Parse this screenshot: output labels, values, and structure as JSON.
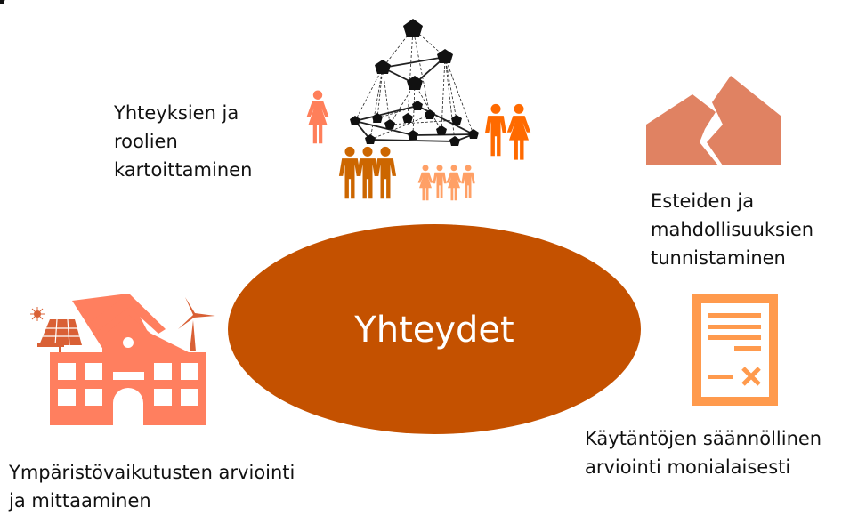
{
  "center": {
    "label": "Yhteydet",
    "color": "#C45100"
  },
  "topics": [
    {
      "lines": [
        "Yhteyksien ja",
        "roolien",
        "kartoittaminen"
      ],
      "icon": "network-people-icon"
    },
    {
      "lines": [
        "Esteiden ja",
        "mahdollisuuksien",
        "tunnistaminen"
      ],
      "icon": "mountains-crack-icon",
      "color": "#E08262"
    },
    {
      "lines": [
        "Käytäntöjen säännöllinen",
        "arviointi monialaisesti"
      ],
      "icon": "document-icon",
      "color": "#FF9A4D"
    },
    {
      "lines": [
        "Ympäristövaikutusten arviointi",
        "ja mittaaminen"
      ],
      "icon": "building-solar-wind-icon",
      "color": "#FF7F5F"
    }
  ]
}
